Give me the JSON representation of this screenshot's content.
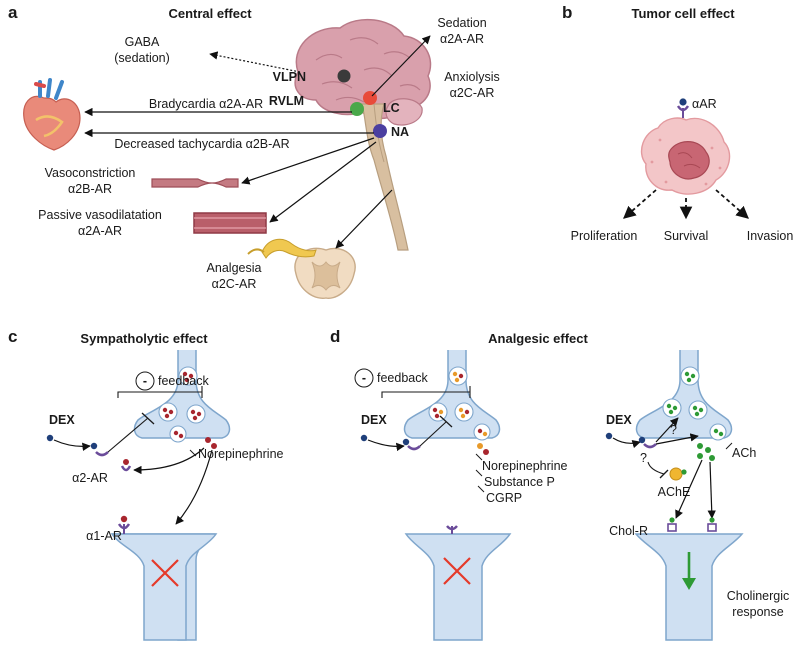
{
  "panels": {
    "a": {
      "letter": "a",
      "title": "Central effect",
      "gaba": "GABA",
      "gaba_sub": "(sedation)",
      "vlpn": "VLPN",
      "rvlm": "RVLM",
      "lc": "LC",
      "na": "NA",
      "sedation": "Sedation",
      "sedation_receptor": "α2A-AR",
      "anxiolysis": "Anxiolysis",
      "anxiolysis_receptor": "α2C-AR",
      "bradycardia": "Bradycardia α2A-AR",
      "tachycardia": "Decreased tachycardia α2B-AR",
      "vasoconstriction": "Vasoconstriction",
      "vasoconstriction_receptor": "α2B-AR",
      "vasodilatation": "Passive vasodilatation",
      "vasodilatation_receptor": "α2A-AR",
      "analgesia": "Analgesia",
      "analgesia_receptor": "α2C-AR"
    },
    "b": {
      "letter": "b",
      "title": "Tumor cell effect",
      "receptor": "αAR",
      "proliferation": "Proliferation",
      "survival": "Survival",
      "invasion": "Invasion"
    },
    "c": {
      "letter": "c",
      "title": "Sympatholytic effect",
      "feedback_sign": "-",
      "feedback": "feedback",
      "dex": "DEX",
      "a2ar": "α2-AR",
      "norepinephrine": "Norepinephrine",
      "a1ar": "α1-AR"
    },
    "d": {
      "letter": "d",
      "title": "Analgesic effect",
      "feedback_sign": "-",
      "feedback": "feedback",
      "dex_left": "DEX",
      "norepinephrine": "Norepinephrine",
      "substance_p": "Substance P",
      "cgrp": "CGRP",
      "dex_right": "DEX",
      "question1": "?",
      "question2": "?",
      "ach": "ACh",
      "ache": "AChE",
      "cholr": "Chol-R",
      "cholinergic": "Cholinergic",
      "response": "response"
    }
  },
  "colors": {
    "neuron_fill": "#cfe0f2",
    "neuron_stroke": "#7fa6cc",
    "dex_dot": "#1f3f7a",
    "receptor": "#6b4c9a",
    "norepinephrine_dot": "#a8262e",
    "acetylcholine_dot": "#2e9a35",
    "substance_p_dot": "#e89a2a",
    "inhibition_cross": "#e53a2a",
    "brain": "#d9a0ac",
    "lc_nucleus": "#e84b3a",
    "rvlm_nucleus": "#4aa84a",
    "na_nucleus": "#4b3fa0",
    "vlpn_nucleus": "#3a3a3a"
  }
}
